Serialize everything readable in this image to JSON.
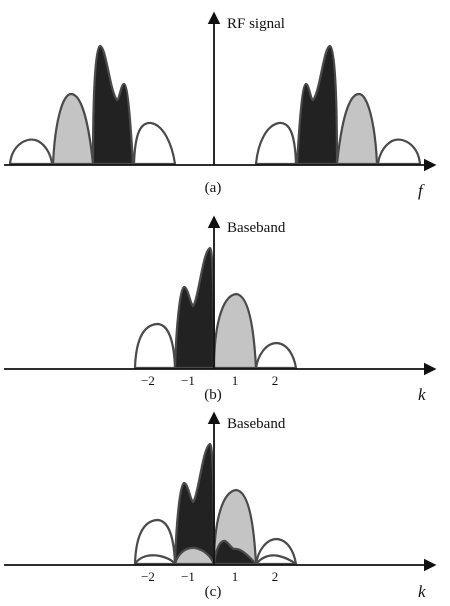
{
  "colors": {
    "dark_fill": "#222222",
    "light_fill": "#c4c4c4",
    "white_fill": "#ffffff",
    "outline": "#4a4a4a",
    "axis": "#111111"
  },
  "panel_a": {
    "title": "RF signal",
    "caption": "(a)",
    "axis_var": "f"
  },
  "panel_b": {
    "title": "Baseband",
    "caption": "(b)",
    "axis_var": "k",
    "ticks": [
      "−2",
      "−1",
      "1",
      "2"
    ]
  },
  "panel_c": {
    "title": "Baseband",
    "caption": "(c)",
    "axis_var": "k",
    "ticks": [
      "−2",
      "−1",
      "1",
      "2"
    ]
  }
}
